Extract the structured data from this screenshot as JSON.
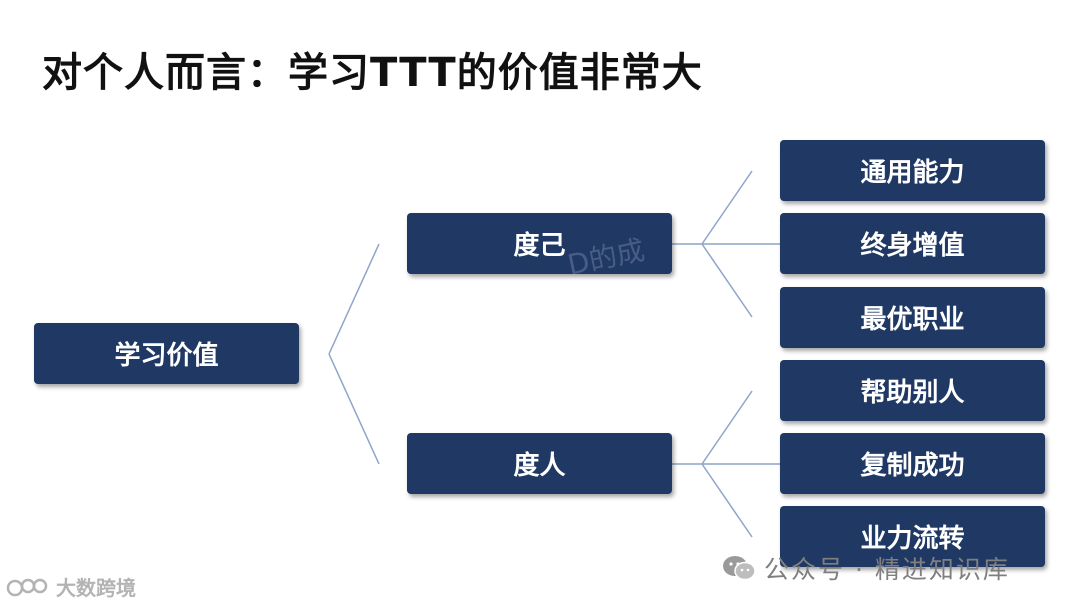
{
  "title": "对个人而言：学习TTT的价值非常大",
  "root": "学习价值",
  "branches": [
    {
      "label": "度己",
      "children": [
        "通用能力",
        "终身增值",
        "最优职业"
      ]
    },
    {
      "label": "度人",
      "children": [
        "帮助别人",
        "复制成功",
        "业力流转"
      ]
    }
  ],
  "watermark": {
    "overlay_text": "D的成",
    "footer_brand": "公众号 · 精进知识库",
    "footer_left": "大数跨境"
  },
  "colors": {
    "box_fill": "#1f3864",
    "connector": "#8ea4c8",
    "title": "#111111"
  }
}
